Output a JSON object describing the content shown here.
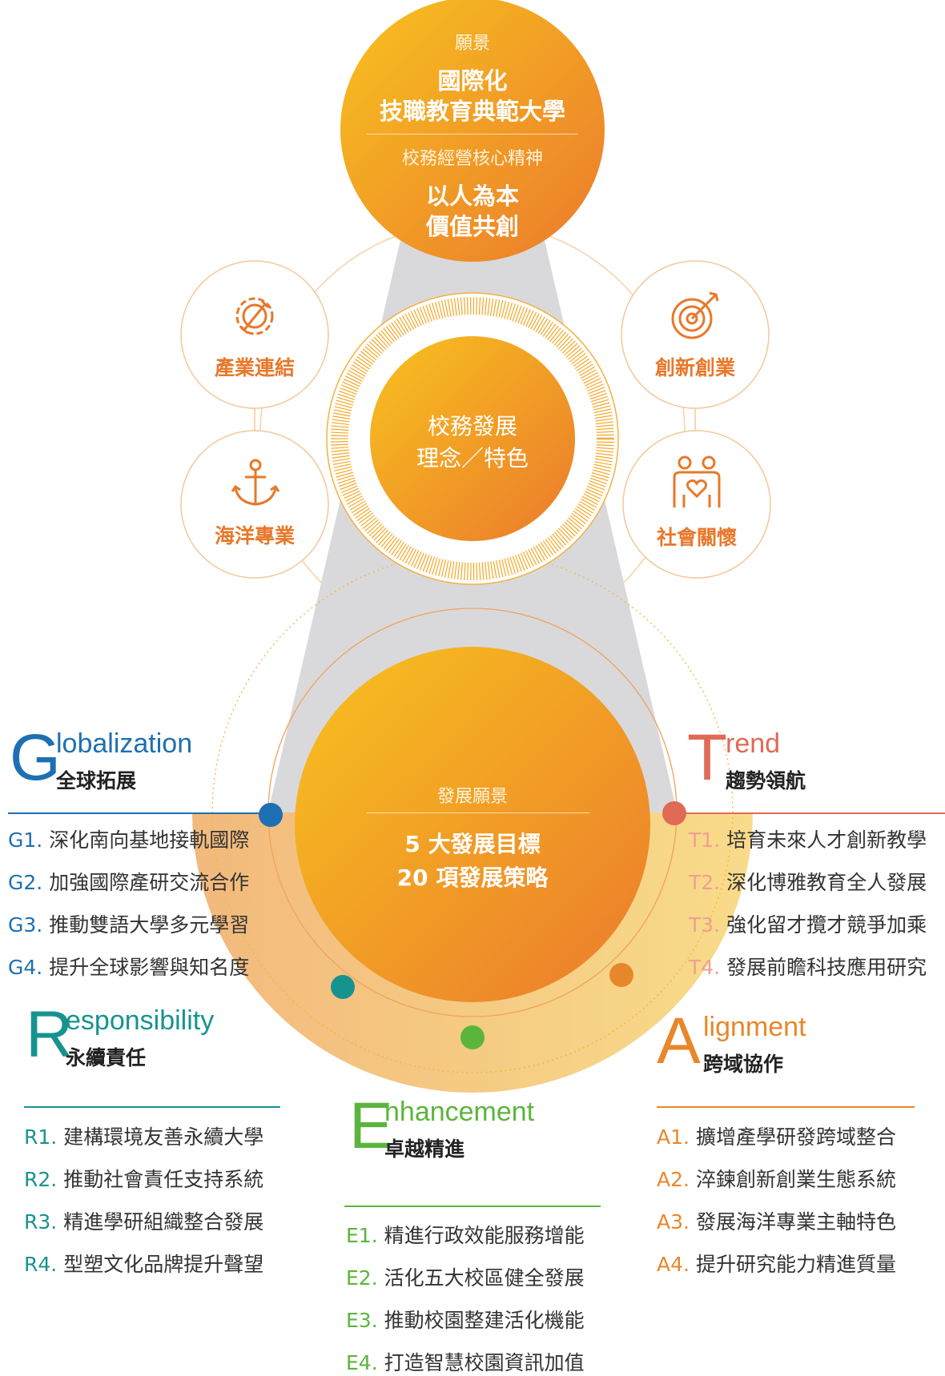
{
  "vision": {
    "label": "願景",
    "title_line1": "國際化",
    "title_line2": "技職教育典範大學"
  },
  "spirit": {
    "label": "校務經營核心精神",
    "line1": "以人為本",
    "line2": "價值共創"
  },
  "core": {
    "line1": "校務發展",
    "line2": "理念／特色"
  },
  "features": [
    {
      "label": "產業連結",
      "icon": "gear-wrench-icon"
    },
    {
      "label": "創新創業",
      "icon": "target-arrow-icon"
    },
    {
      "label": "海洋專業",
      "icon": "anchor-icon"
    },
    {
      "label": "社會關懷",
      "icon": "people-heart-icon"
    }
  ],
  "development": {
    "label": "發展願景",
    "line1": "5 大發展目標",
    "line2": "20 項發展策略"
  },
  "pillars": {
    "g": {
      "letter": "G",
      "rest": "lobalization",
      "zh": "全球拓展",
      "color": "#1e6fb3",
      "items": [
        {
          "code": "G1.",
          "text": "深化南向基地接軌國際"
        },
        {
          "code": "G2.",
          "text": "加強國際產研交流合作"
        },
        {
          "code": "G3.",
          "text": "推動雙語大學多元學習"
        },
        {
          "code": "G4.",
          "text": "提升全球影響與知名度"
        }
      ]
    },
    "t": {
      "letter": "T",
      "rest": "rend",
      "zh": "趨勢領航",
      "color": "#e06a55",
      "items": [
        {
          "code": "T1.",
          "text": "培育未來人才創新教學"
        },
        {
          "code": "T2.",
          "text": "深化博雅教育全人發展"
        },
        {
          "code": "T3.",
          "text": "強化留才攬才競爭加乘"
        },
        {
          "code": "T4.",
          "text": "發展前瞻科技應用研究"
        }
      ]
    },
    "r": {
      "letter": "R",
      "rest": "esponsibility",
      "zh": "永續責任",
      "color": "#17938f",
      "items": [
        {
          "code": "R1.",
          "text": "建構環境友善永續大學"
        },
        {
          "code": "R2.",
          "text": "推動社會責任支持系統"
        },
        {
          "code": "R3.",
          "text": "精進學研組織整合發展"
        },
        {
          "code": "R4.",
          "text": "型塑文化品牌提升聲望"
        }
      ]
    },
    "e": {
      "letter": "E",
      "rest": "nhancement",
      "zh": "卓越精進",
      "color": "#5bb53d",
      "items": [
        {
          "code": "E1.",
          "text": "精進行政效能服務增能"
        },
        {
          "code": "E2.",
          "text": "活化五大校區健全發展"
        },
        {
          "code": "E3.",
          "text": "推動校園整建活化機能"
        },
        {
          "code": "E4.",
          "text": "打造智慧校園資訊加值"
        }
      ]
    },
    "a": {
      "letter": "A",
      "rest": "lignment",
      "zh": "跨域協作",
      "color": "#e8872a",
      "items": [
        {
          "code": "A1.",
          "text": "擴增產學研發跨域整合"
        },
        {
          "code": "A2.",
          "text": "淬鍊創新創業生態系統"
        },
        {
          "code": "A3.",
          "text": "發展海洋專業主軸特色"
        },
        {
          "code": "A4.",
          "text": "提升研究能力精進質量"
        }
      ]
    }
  },
  "colors": {
    "orange_light": "#f7be22",
    "orange_dark": "#ec7d2a",
    "beam_gray": "#d9d9dc",
    "thin_line": "#f2c89a"
  }
}
